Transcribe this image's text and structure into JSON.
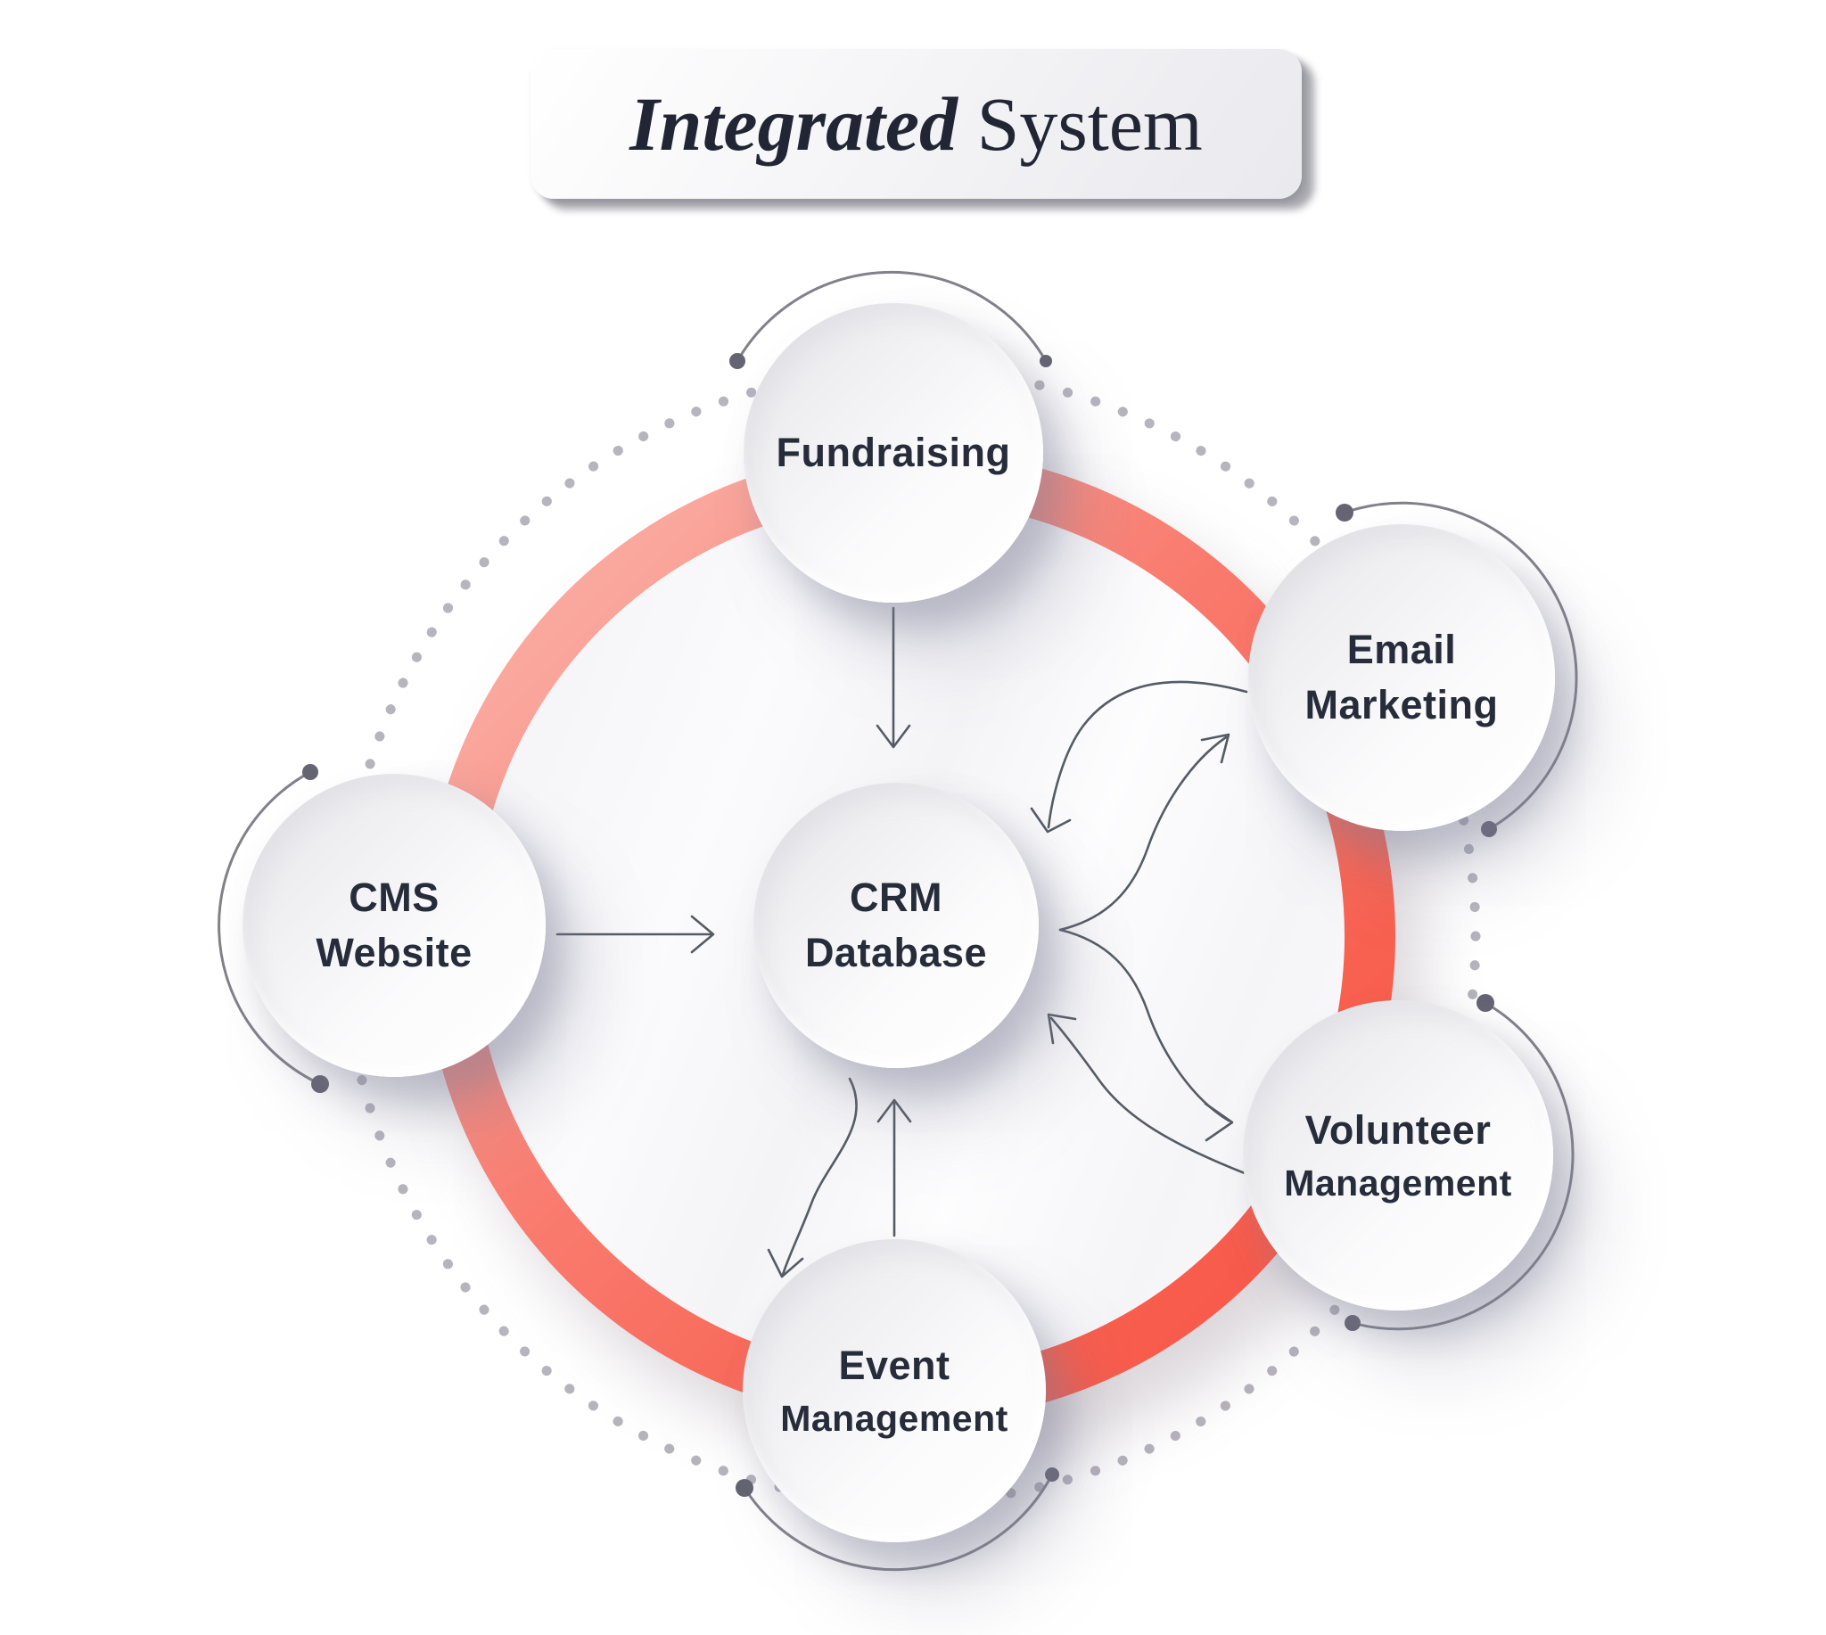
{
  "title": {
    "emphasis": "Integrated",
    "rest": " System"
  },
  "diagram": {
    "center_node": "CRM Database",
    "node_labels": [
      "Fundraising",
      "Email Marketing",
      "Volunteer Management",
      "Event Management",
      "CMS Website",
      "CRM Database"
    ],
    "connections": [
      {
        "from": "Fundraising",
        "to": "CRM Database",
        "style": "straight-arrow"
      },
      {
        "from": "CMS Website",
        "to": "CRM Database",
        "style": "straight-arrow"
      },
      {
        "from": "Event Management",
        "to": "CRM Database",
        "style": "straight-arrow"
      },
      {
        "from": "CRM Database",
        "to": "Event Management",
        "style": "curved-arrow"
      },
      {
        "from": "CRM Database",
        "to": "Email Marketing",
        "style": "curved-arrow"
      },
      {
        "from": "Email Marketing",
        "to": "CRM Database",
        "style": "curved-arrow"
      },
      {
        "from": "CRM Database",
        "to": "Volunteer Management",
        "style": "curved-arrow"
      },
      {
        "from": "Volunteer Management",
        "to": "CRM Database",
        "style": "curved-arrow"
      }
    ]
  },
  "nodes": {
    "fundraising": {
      "lines": [
        "Fundraising"
      ]
    },
    "email": {
      "lines": [
        "Email",
        "Marketing"
      ]
    },
    "volunteer": {
      "lines": [
        "Volunteer",
        "Management"
      ]
    },
    "event": {
      "lines": [
        "Event",
        "Management"
      ]
    },
    "cms": {
      "lines": [
        "CMS",
        "Website"
      ]
    },
    "crm": {
      "lines": [
        "CRM",
        "Database"
      ]
    }
  },
  "colors": {
    "ring_coral_dark": "#f75347",
    "ring_coral_light": "#fcb9b1",
    "inner_fill": "#fafafc",
    "node_text": "#262c3a",
    "title_text": "#222634",
    "arrow_gray": "#555b64",
    "arc_gray": "#82818a",
    "arc_dot_gray": "#656472",
    "dotted_ring_gray": "#b6b4bd"
  }
}
